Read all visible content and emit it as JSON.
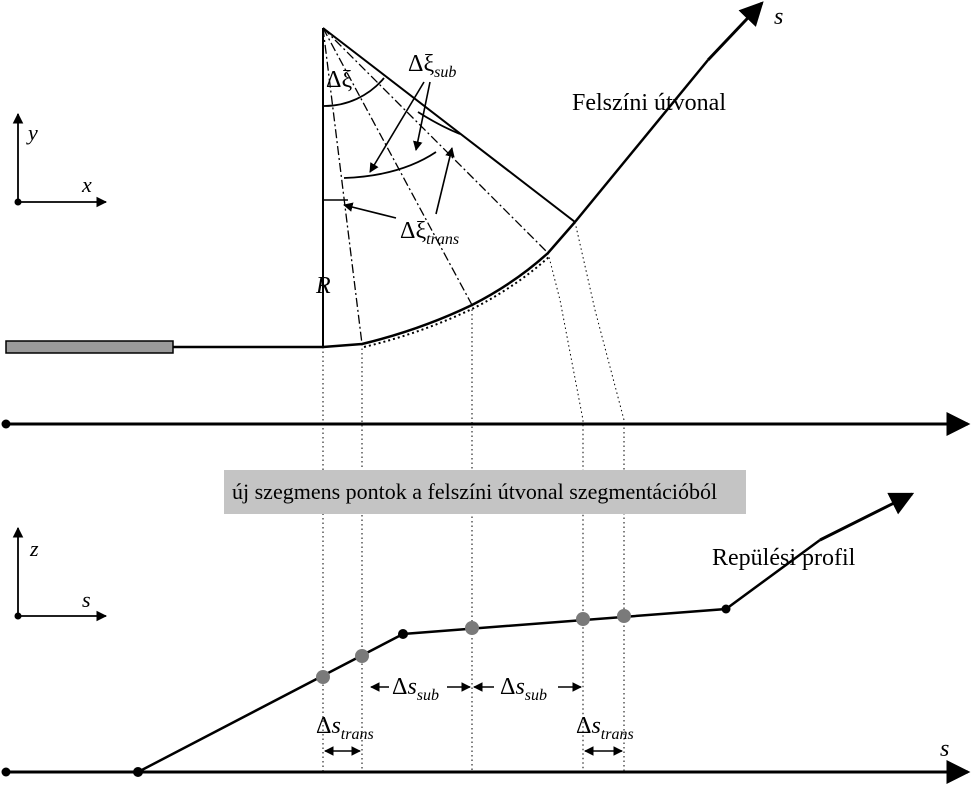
{
  "labels": {
    "s_top": "s",
    "axis_y": "y",
    "axis_x": "x",
    "axis_z": "z",
    "axis_s_small": "s",
    "s_bottom": "s",
    "radius": "R",
    "surface_route": "Felszíni útvonal",
    "flight_profile": "Repülési profil",
    "banner": "új szegmens pontok a felszíni útvonal szegmentációból",
    "delta": "Δ",
    "xi": "ξ",
    "s_var": "s",
    "sub": "sub",
    "trans": "trans"
  },
  "colors": {
    "line": "#000000",
    "segment_point": "#7a7a7a",
    "banner_bg": "#c4c4c4",
    "runway_fill": "#9a9a9a"
  }
}
